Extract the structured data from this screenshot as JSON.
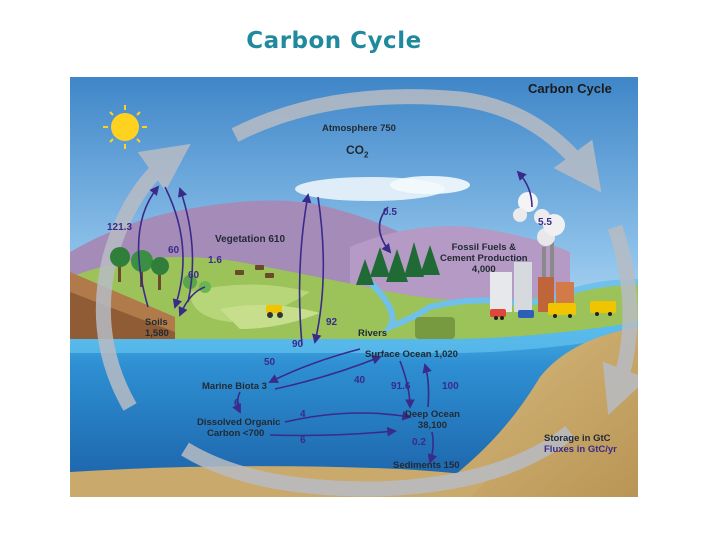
{
  "slide": {
    "title": "Carbon Cycle"
  },
  "diagram": {
    "header": "Carbon Cycle",
    "atmosphere": {
      "label": "Atmosphere 750",
      "molecule_main": "CO",
      "molecule_sub": "2"
    },
    "vegetation": "Vegetation 610",
    "fossil": {
      "line1": "Fossil Fuels &",
      "line2": "Cement Production",
      "line3": "4,000"
    },
    "soils": {
      "line1": "Soils",
      "line2": "1,580"
    },
    "rivers": "Rivers",
    "surface_ocean": "Surface Ocean 1,020",
    "marine_biota": "Marine Biota 3",
    "dissolved": {
      "line1": "Dissolved Organic",
      "line2": "Carbon <700"
    },
    "deep_ocean": {
      "line1": "Deep Ocean",
      "line2": "38,100"
    },
    "sediments": "Sediments 150",
    "legend": {
      "storage": "Storage in GtC",
      "fluxes": "Fluxes in GtC/yr"
    },
    "fluxes": {
      "f121": "121.3",
      "f60a": "60",
      "f60b": "60",
      "f16": "1.6",
      "f05": "0.5",
      "f55": "5.5",
      "f92": "92",
      "f90": "90",
      "f50": "50",
      "f40": "40",
      "f916": "91.6",
      "f100": "100",
      "f6a": "6",
      "f4": "4",
      "f6b": "6",
      "f02": "0.2"
    },
    "colors": {
      "sky": "#5b9ed6",
      "flux_arrow": "#3a2a8a",
      "cycle_arrow": "#b8bcc4",
      "ocean_surface": "#3fa9e0",
      "ocean_deep": "#1f6fb8",
      "land": "#c8a86a",
      "hills": "#a58bb8",
      "grass": "#9bc35a",
      "title": "#1f8a9e"
    },
    "icons": [
      "sun-icon",
      "tree-icon",
      "factory-icon",
      "car-icon",
      "cow-icon",
      "tractor-icon"
    ]
  }
}
